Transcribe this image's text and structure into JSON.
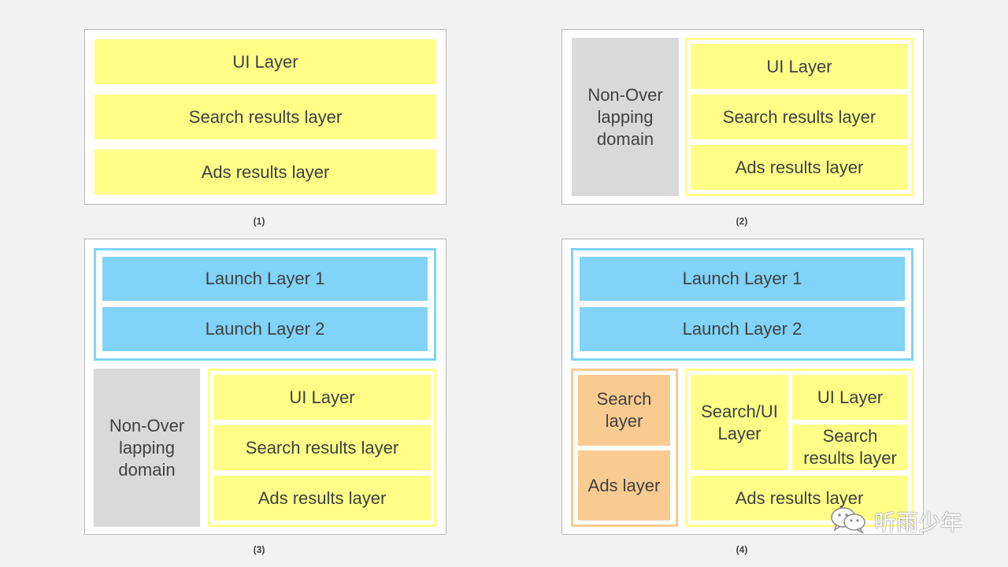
{
  "colors": {
    "yellow": "#ffff88",
    "blue": "#81d3f8",
    "orange": "#f9cb90",
    "gray": "#d9d9d9",
    "background": "#f2f2f2"
  },
  "diagrams": [
    {
      "caption": "(1)",
      "layers": [
        "UI Layer",
        "Search results layer",
        "Ads results layer"
      ]
    },
    {
      "caption": "(2)",
      "non_overlapping": "Non-Over lapping domain",
      "layers": [
        "UI Layer",
        "Search results layer",
        "Ads results layer"
      ]
    },
    {
      "caption": "(3)",
      "launch_layers": [
        "Launch Layer 1",
        "Launch Layer 2"
      ],
      "non_overlapping": "Non-Over lapping domain",
      "layers": [
        "UI Layer",
        "Search results layer",
        "Ads results layer"
      ]
    },
    {
      "caption": "(4)",
      "launch_layers": [
        "Launch Layer 1",
        "Launch Layer 2"
      ],
      "left_layers": [
        "Search layer",
        "Ads layer"
      ],
      "search_ui": "Search/UI Layer",
      "sub_layers": [
        "UI Layer",
        "Search results layer"
      ],
      "bottom_layer": "Ads results layer"
    }
  ],
  "watermark": {
    "text": "听雨少年",
    "icon": "wechat-icon"
  }
}
